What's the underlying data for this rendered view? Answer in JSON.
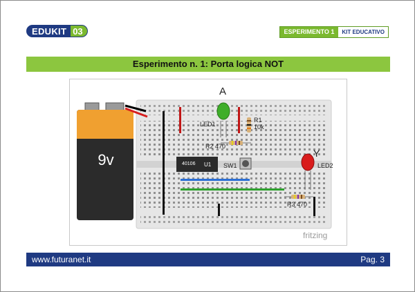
{
  "header": {
    "logo_part1": "EDUKIT",
    "logo_part2": "03",
    "experiment_label": "ESPERIMENTO 1",
    "kit_label": "KIT EDUCATIVO"
  },
  "title": "Esperimento n. 1: Porta logica NOT",
  "diagram": {
    "battery_label": "9v",
    "ic_label": "40106",
    "ic_ref": "U1",
    "switch_label": "SW1",
    "input_label": "A",
    "output_label": "Y",
    "led1": "LED1",
    "led2": "LED2",
    "r1_name": "R1",
    "r1_value": "10k",
    "r2": "R2 470",
    "r3": "R3 470",
    "watermark": "fritzing",
    "colors": {
      "led1": "#3fae2a",
      "led2": "#d91c1c",
      "battery_top": "#f0a030",
      "battery_body": "#2b2b2b",
      "breadboard": "#e8e8e8"
    }
  },
  "footer": {
    "url": "www.futuranet.it",
    "page": "Pag. 3"
  }
}
